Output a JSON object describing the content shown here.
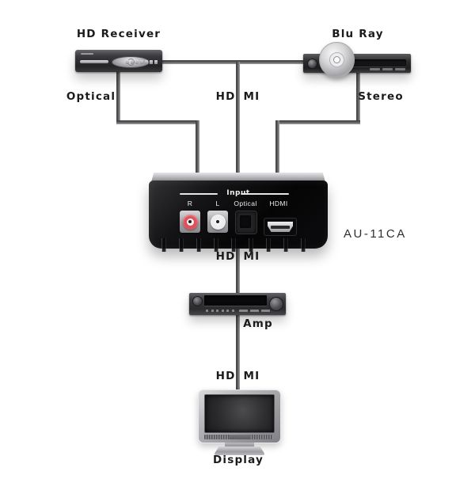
{
  "diagram": {
    "background_color": "#ffffff",
    "cable_color": "#59595c",
    "nodes": {
      "hd_receiver": {
        "label": "HD Receiver"
      },
      "blu_ray": {
        "label": "Blu Ray"
      },
      "converter": {
        "model": "AU-11CA",
        "panel": {
          "title": "Input",
          "ports": [
            {
              "label": "R",
              "color": "#e0505a"
            },
            {
              "label": "L",
              "color": "#ededef"
            },
            {
              "label": "Optical"
            },
            {
              "label": "HDMI"
            }
          ]
        }
      },
      "amp": {
        "label": "Amp"
      },
      "display": {
        "label": "Display"
      }
    },
    "cables": {
      "optical": {
        "label": "Optical"
      },
      "stereo": {
        "label": "Stereo"
      },
      "hdmi_top": {
        "left": "HD",
        "right": "MI"
      },
      "hdmi_mid": {
        "left": "HD",
        "right": "MI"
      },
      "hdmi_bottom": {
        "left": "HD",
        "right": "MI"
      }
    }
  }
}
